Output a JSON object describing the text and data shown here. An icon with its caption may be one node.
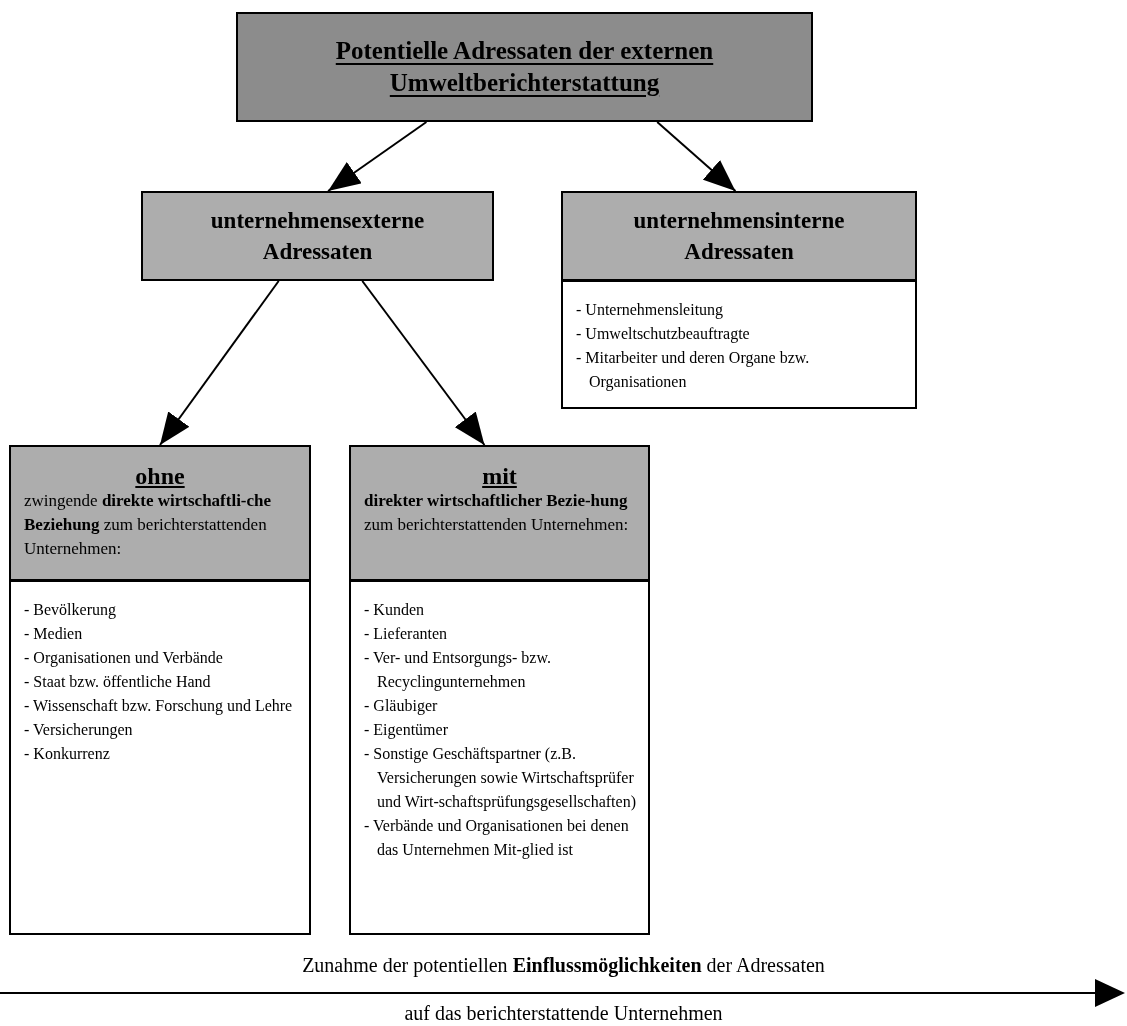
{
  "diagram": {
    "nodes": [
      {
        "text": [
          "Potentielle Adressaten der externen Umweltberichterstattung"
        ]
      },
      {
        "text": [
          "unternehmensexterne Adressaten"
        ]
      },
      {
        "text": [
          "unternehmensinterne Adressaten"
        ]
      },
      {
        "text": [
          "- Unternehmensleitung",
          "- Umweltschutzbeauftragte",
          "- Mitarbeiter und deren Organe bzw. Organisationen"
        ]
      },
      {
        "text": [
          "ohne",
          "zwingende **direkte wirtschaftli-che Beziehung** zum berichterstattenden Unternehmen:"
        ]
      },
      {
        "text": [
          "- Bevölkerung",
          "- Medien",
          "- Organisationen und Verbände",
          "- Staat bzw. öffentliche Hand",
          "- Wissenschaft bzw. Forschung und Lehre",
          "- Versicherungen",
          "- Konkurrenz"
        ]
      },
      {
        "text": [
          "mit",
          "**direkter wirtschaftlicher Bezie-hung** zum berichterstattenden Unternehmen:"
        ]
      },
      {
        "text": [
          "- Kunden",
          "- Lieferanten",
          "- Ver- und Entsorgungs- bzw. Recyclingunternehmen",
          "- Gläubiger",
          "- Eigentümer",
          "- Sonstige Geschäftspartner (z.B. Versicherungen sowie Wirtschaftsprüfer und Wirt-schaftsprüfungsgesellschaften)",
          "- Verbände und Organisationen bei denen das Unternehmen Mit-glied ist"
        ]
      }
    ],
    "edges": [
      {
        "from": 0,
        "to": 1,
        "arrow": "to"
      },
      {
        "from": 0,
        "to": 2,
        "arrow": "to"
      },
      {
        "from": 1,
        "to": 4,
        "arrow": "to"
      },
      {
        "from": 1,
        "to": 6,
        "arrow": "to"
      }
    ],
    "labels": [
      "Zunahme der potentiellen **Einflussmöglichkeiten** der Adressaten",
      "auf das berichterstattende Unternehmen"
    ]
  }
}
